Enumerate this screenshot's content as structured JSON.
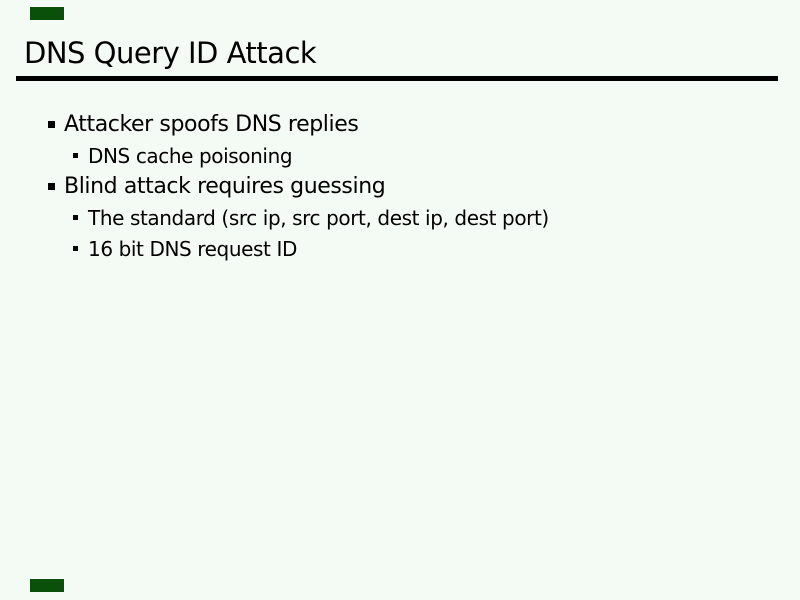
{
  "slide": {
    "title": "DNS Query ID Attack",
    "bullets": [
      {
        "level": 1,
        "text": "Attacker spoofs DNS replies"
      },
      {
        "level": 2,
        "text": "DNS cache poisoning"
      },
      {
        "level": 1,
        "text": "Blind attack requires guessing"
      },
      {
        "level": 2,
        "text": "The standard (src ip, src port, dest ip, dest port)"
      },
      {
        "level": 2,
        "text": "16 bit DNS request ID"
      }
    ],
    "corner_markers": [
      "top-left",
      "bottom-left"
    ],
    "colors": {
      "background": "#f4faf4",
      "text": "#000000",
      "rule": "#000000",
      "corner_marker": "#0a4f0a"
    }
  }
}
